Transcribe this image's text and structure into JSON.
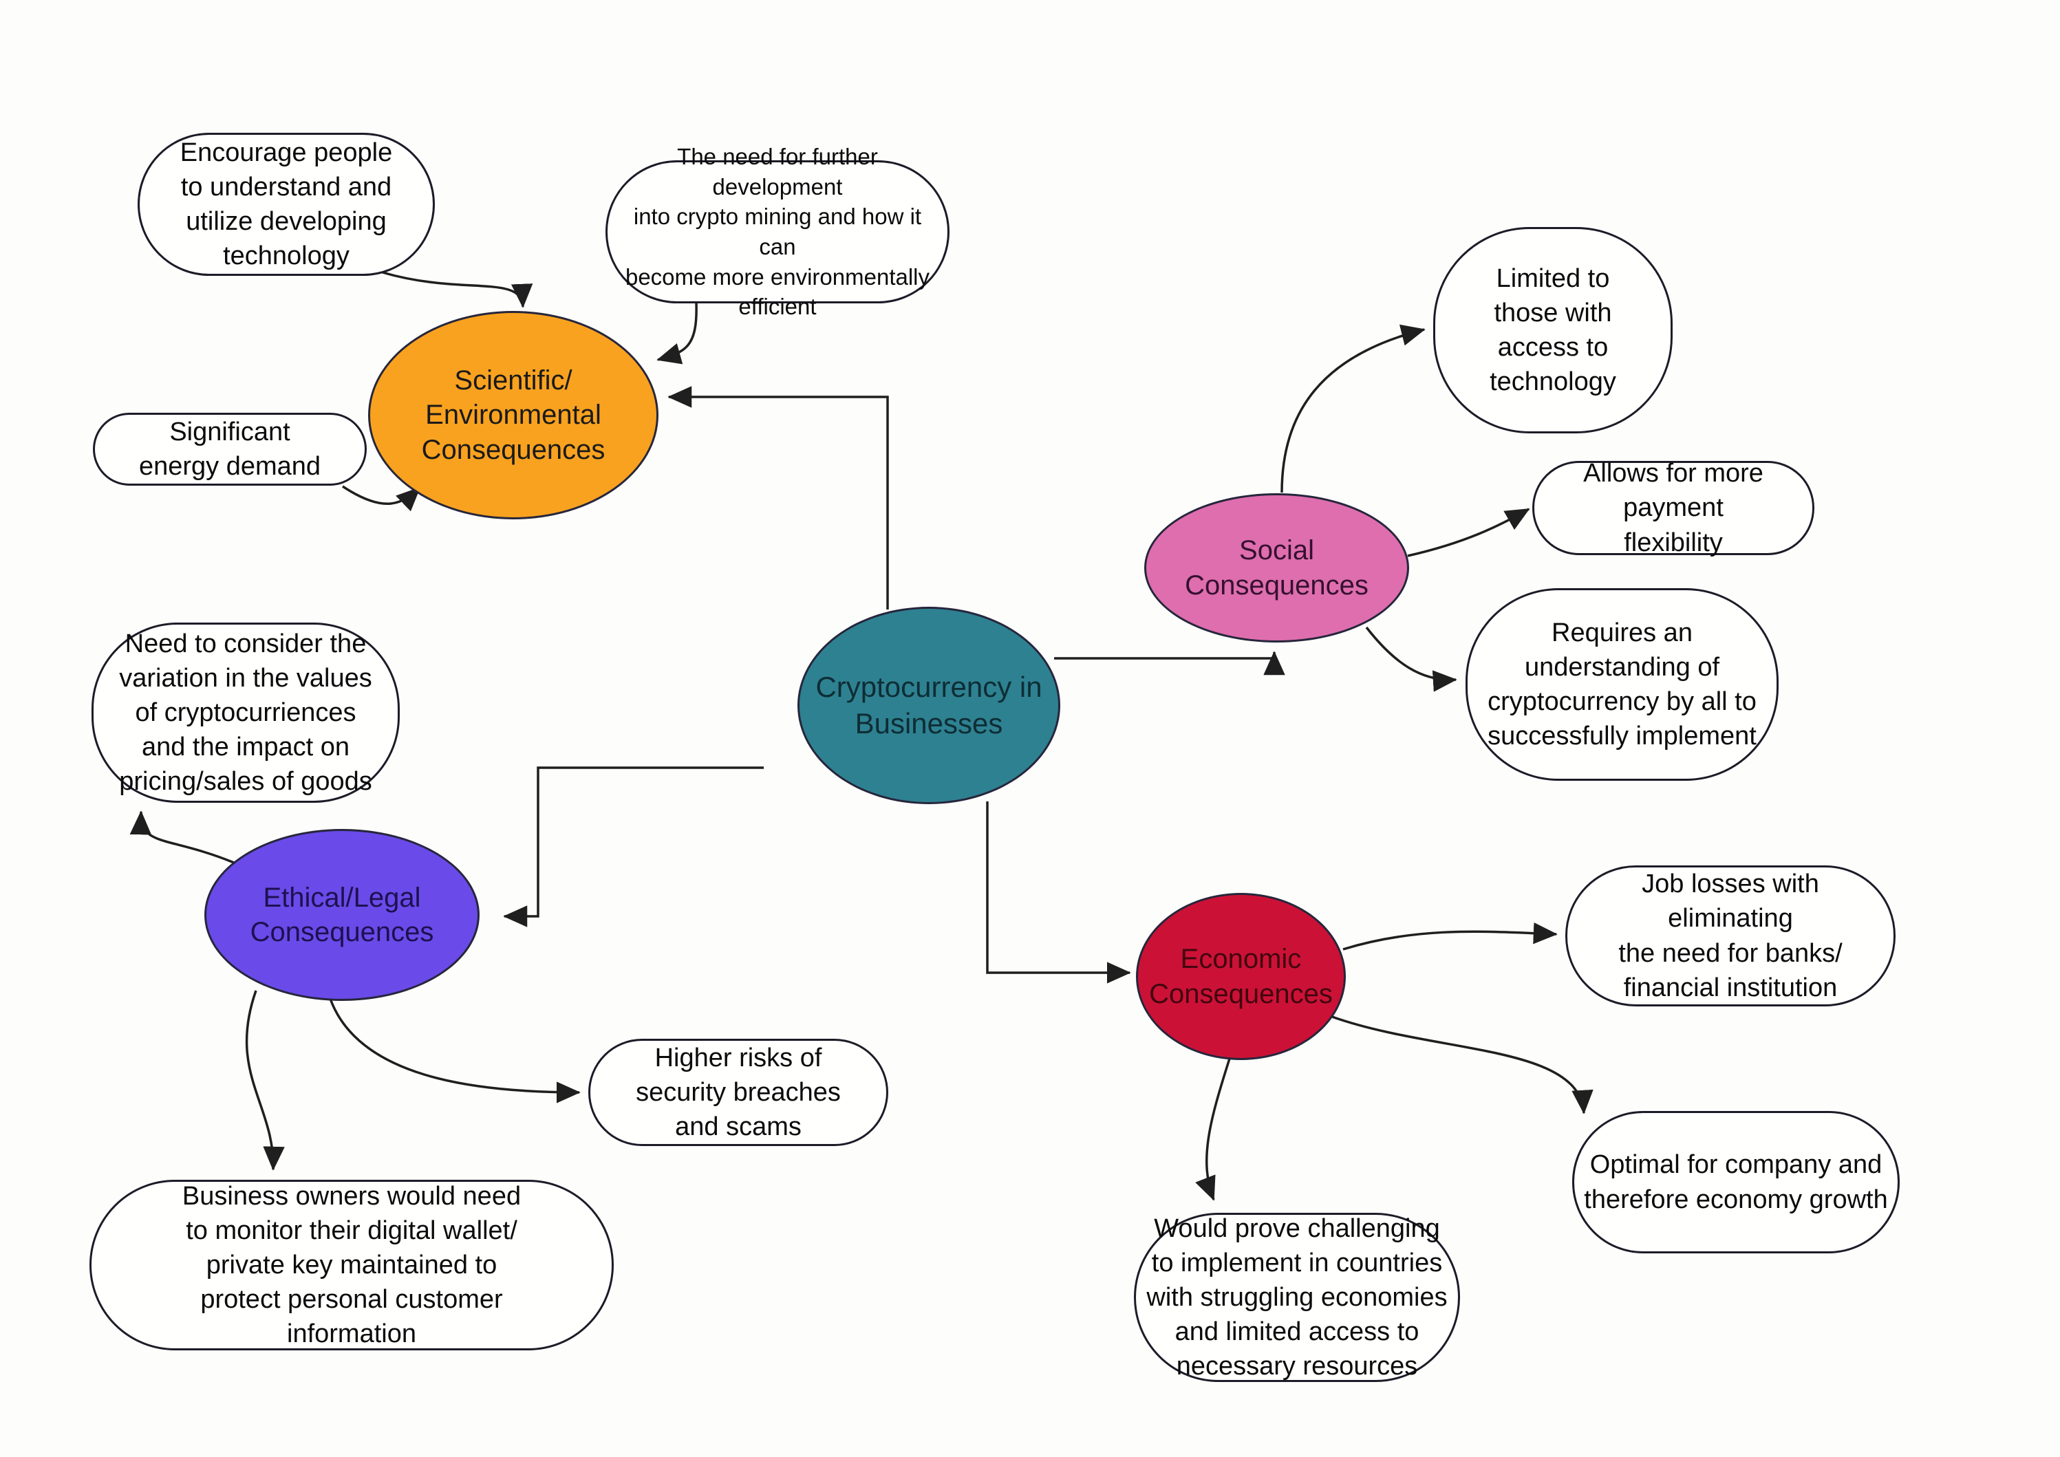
{
  "title": "Cryptocurrency in Businesses mind map",
  "colors": {
    "center": "#2E8191",
    "scientific": "#F9A21F",
    "social": "#DE6EAD",
    "ethical": "#6A4AE8",
    "economic": "#CB1236",
    "connector": "#1f1f1f",
    "bubble_fill": "#FFFFFE",
    "background": "#FDFDFB"
  },
  "center": {
    "label": "Cryptocurrency in\nBusinesses"
  },
  "branches": {
    "scientific": {
      "label": "Scientific/\nEnvironmental\nConsequences",
      "children": {
        "encourage": {
          "label": "Encourage people\nto understand and\nutilize developing\ntechnology"
        },
        "development": {
          "label": "The need for further development\ninto crypto mining and how it can\nbecome more environmentally\nefficient"
        },
        "energy": {
          "label": "Significant\nenergy demand"
        }
      }
    },
    "social": {
      "label": "Social\nConsequences",
      "children": {
        "limited": {
          "label": "Limited to\nthose with\naccess to\ntechnology"
        },
        "payment": {
          "label": "Allows for more payment\nflexibility"
        },
        "understanding": {
          "label": "Requires an\nunderstanding of\ncryptocurrency by all to\nsuccessfully implement"
        }
      }
    },
    "ethical": {
      "label": "Ethical/Legal\nConsequences",
      "children": {
        "variation": {
          "label": "Need to consider the\nvariation in the values\nof cryptocurriences\nand the impact on\npricing/sales of goods"
        },
        "breaches": {
          "label": "Higher risks of\nsecurity breaches\nand scams"
        },
        "wallet": {
          "label": "Business owners would need\nto monitor their digital wallet/\nprivate key maintained to\nprotect personal customer\ninformation"
        }
      }
    },
    "economic": {
      "label": "Economic\nConsequences",
      "children": {
        "joblosses": {
          "label": "Job losses with eliminating\nthe need for banks/\nfinancial institution"
        },
        "optimal": {
          "label": "Optimal for company and\ntherefore economy growth"
        },
        "challenging": {
          "label": "Would prove challenging\nto implement in countries\nwith struggling economies\nand limited access to\nnecessary resources"
        }
      }
    }
  },
  "connections": [
    {
      "from": "center",
      "to": "scientific"
    },
    {
      "from": "center",
      "to": "social"
    },
    {
      "from": "center",
      "to": "ethical"
    },
    {
      "from": "center",
      "to": "economic"
    },
    {
      "from": "encourage",
      "to": "scientific"
    },
    {
      "from": "development",
      "to": "scientific"
    },
    {
      "from": "energy",
      "to": "scientific"
    },
    {
      "from": "social",
      "to": "limited"
    },
    {
      "from": "social",
      "to": "payment"
    },
    {
      "from": "social",
      "to": "understanding"
    },
    {
      "from": "ethical",
      "to": "variation"
    },
    {
      "from": "ethical",
      "to": "wallet"
    },
    {
      "from": "ethical",
      "to": "breaches"
    },
    {
      "from": "economic",
      "to": "joblosses"
    },
    {
      "from": "economic",
      "to": "optimal"
    },
    {
      "from": "economic",
      "to": "challenging"
    }
  ]
}
